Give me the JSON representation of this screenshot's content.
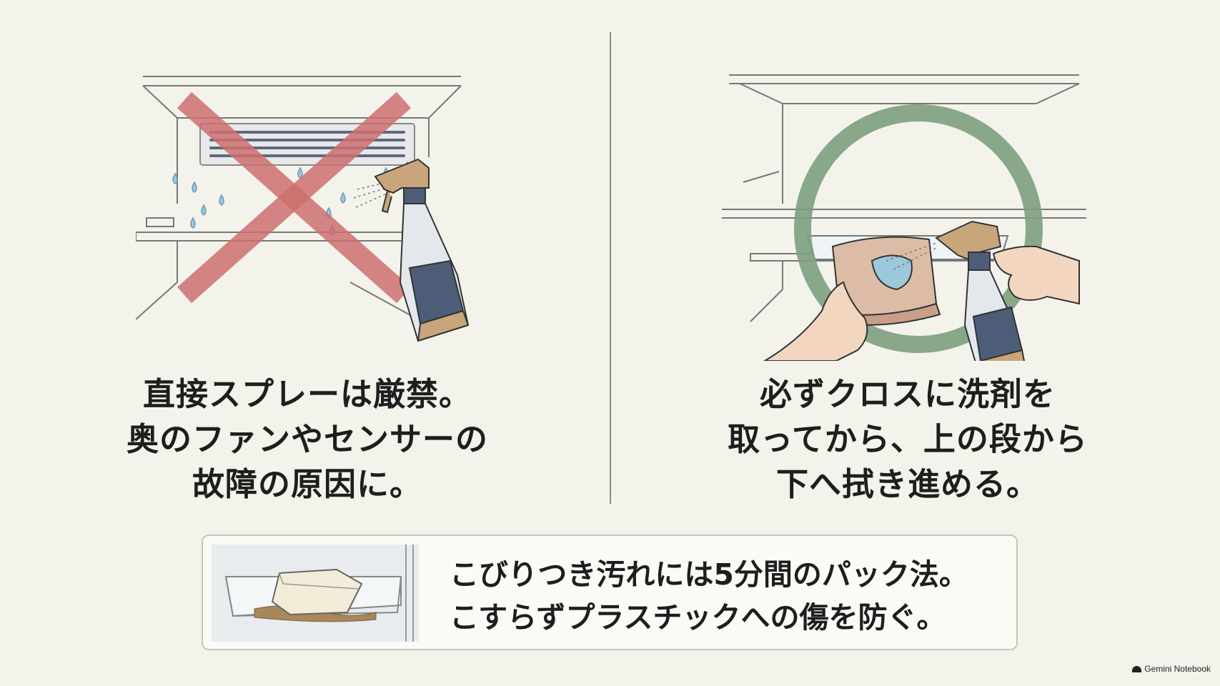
{
  "left_panel": {
    "caption": [
      "直接スプレーは厳禁。",
      "奥のファンやセンサーの",
      "故障の原因に。"
    ],
    "mark": "cross",
    "mark_color": "#cc6f6f",
    "illustration": "fridge-vent-spray"
  },
  "right_panel": {
    "caption": [
      "必ずクロスに洗剤を",
      "取ってから、上の段から",
      "下へ拭き進める。"
    ],
    "mark": "circle",
    "mark_color": "#7d9e7e",
    "illustration": "cloth-spray-wipe"
  },
  "tip": {
    "text": [
      "こびりつき汚れには5分間のパック法。",
      "こすらずプラスチックへの傷を防ぐ。"
    ],
    "illustration": "door-pocket-cloth-pack"
  },
  "watermark": {
    "text": "Gemini Notebook",
    "icon": "gemini-icon"
  },
  "colors": {
    "background": "#f3f3ec",
    "spray_liquid": "#c8a57a",
    "spray_label": "#4d5d78",
    "water": "#9cc8dc"
  }
}
